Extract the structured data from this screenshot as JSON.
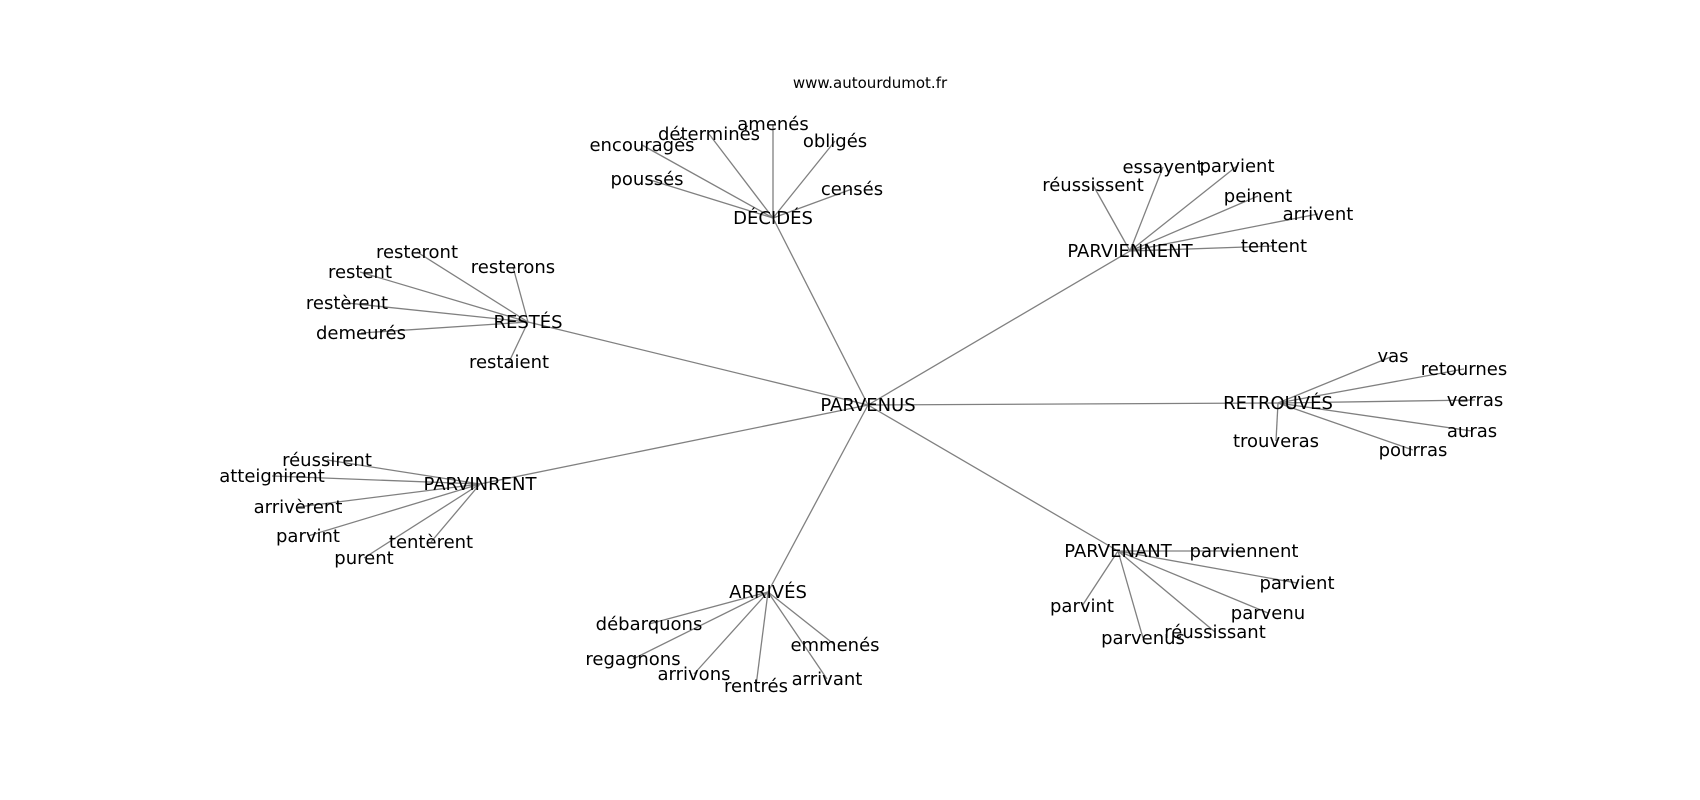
{
  "source": "www.autourdumot.fr",
  "center": "PARVENUS",
  "clusters": [
    {
      "hub": "DÉCIDÉS",
      "words": [
        "encouragés",
        "déterminés",
        "amenés",
        "obligés",
        "poussés",
        "censés"
      ]
    },
    {
      "hub": "PARVIENNENT",
      "words": [
        "réussissent",
        "essayent",
        "parvient",
        "peinent",
        "arrivent",
        "tentent"
      ]
    },
    {
      "hub": "RESTÉS",
      "words": [
        "resteront",
        "restent",
        "resterons",
        "restèrent",
        "demeurés",
        "restaient"
      ]
    },
    {
      "hub": "RETROUVÉS",
      "words": [
        "vas",
        "retournes",
        "verras",
        "auras",
        "pourras",
        "trouveras"
      ]
    },
    {
      "hub": "PARVINRENT",
      "words": [
        "réussirent",
        "atteignirent",
        "arrivèrent",
        "parvint",
        "purent",
        "tentèrent"
      ]
    },
    {
      "hub": "PARVENANT",
      "words": [
        "parviennent",
        "parvient",
        "parvenu",
        "réussissant",
        "parvenus",
        "parvint"
      ]
    },
    {
      "hub": "ARRIVÉS",
      "words": [
        "débarquons",
        "regagnons",
        "arrivons",
        "rentrés",
        "arrivant",
        "emmenés"
      ]
    }
  ]
}
